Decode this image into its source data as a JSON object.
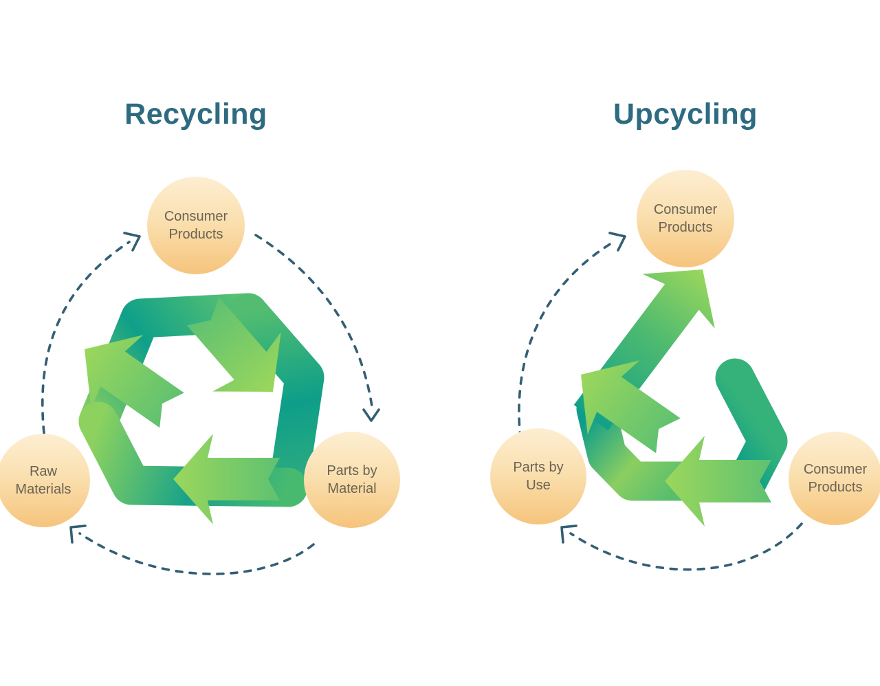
{
  "colors": {
    "background": "#ffffff",
    "title_text": "#2d6b80",
    "dashed_line": "#335f74",
    "node_fill_top": "#fdeed2",
    "node_fill_bottom": "#f6c47c",
    "node_text": "#6a6254",
    "symbol_teal": "#0fa089",
    "symbol_green": "#8dd05e"
  },
  "diagrams": [
    {
      "title": "Recycling",
      "symbol": "recycling-arrows",
      "nodes": [
        {
          "id": "consumer-products",
          "label": "Consumer\nProducts"
        },
        {
          "id": "raw-materials",
          "label": "Raw\nMaterials"
        },
        {
          "id": "parts-by-material",
          "label": "Parts by\nMaterial"
        }
      ],
      "flows": [
        "Raw Materials to Consumer Products",
        "Consumer Products to Parts by Material",
        "Parts by Material to Raw Materials"
      ]
    },
    {
      "title": "Upcycling",
      "symbol": "upcycling-arrows",
      "nodes": [
        {
          "id": "consumer-products-top",
          "label": "Consumer\nProducts"
        },
        {
          "id": "parts-by-use",
          "label": "Parts by\nUse"
        },
        {
          "id": "consumer-products-right",
          "label": "Consumer\nProducts"
        }
      ],
      "flows": [
        "Parts by Use to Consumer Products",
        "Consumer Products to Parts by Use"
      ]
    }
  ]
}
